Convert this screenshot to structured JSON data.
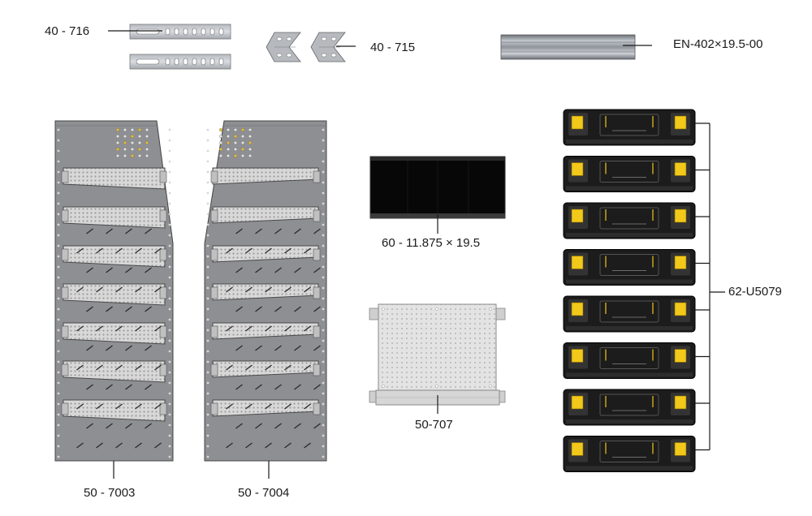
{
  "labels": {
    "part_40_716": "40 - 716",
    "part_40_715": "40 - 715",
    "part_en_402": "EN-402×19.5-00",
    "part_60_11875": "60 - 11.875 × 19.5",
    "part_50_707": "50-707",
    "part_62_u5079": "62-U5079",
    "part_50_7003": "50 - 7003",
    "part_50_7004": "50 - 7004"
  },
  "colors": {
    "steel_light": "#c9ccd1",
    "steel_mid": "#9aa0a8",
    "panel_gray": "#8e8f93",
    "panel_dark": "#5e6064",
    "case_black": "#1c1c1c",
    "latch_yellow": "#f2c81a",
    "leader_line": "#1a1a1a"
  },
  "case_count": 8
}
